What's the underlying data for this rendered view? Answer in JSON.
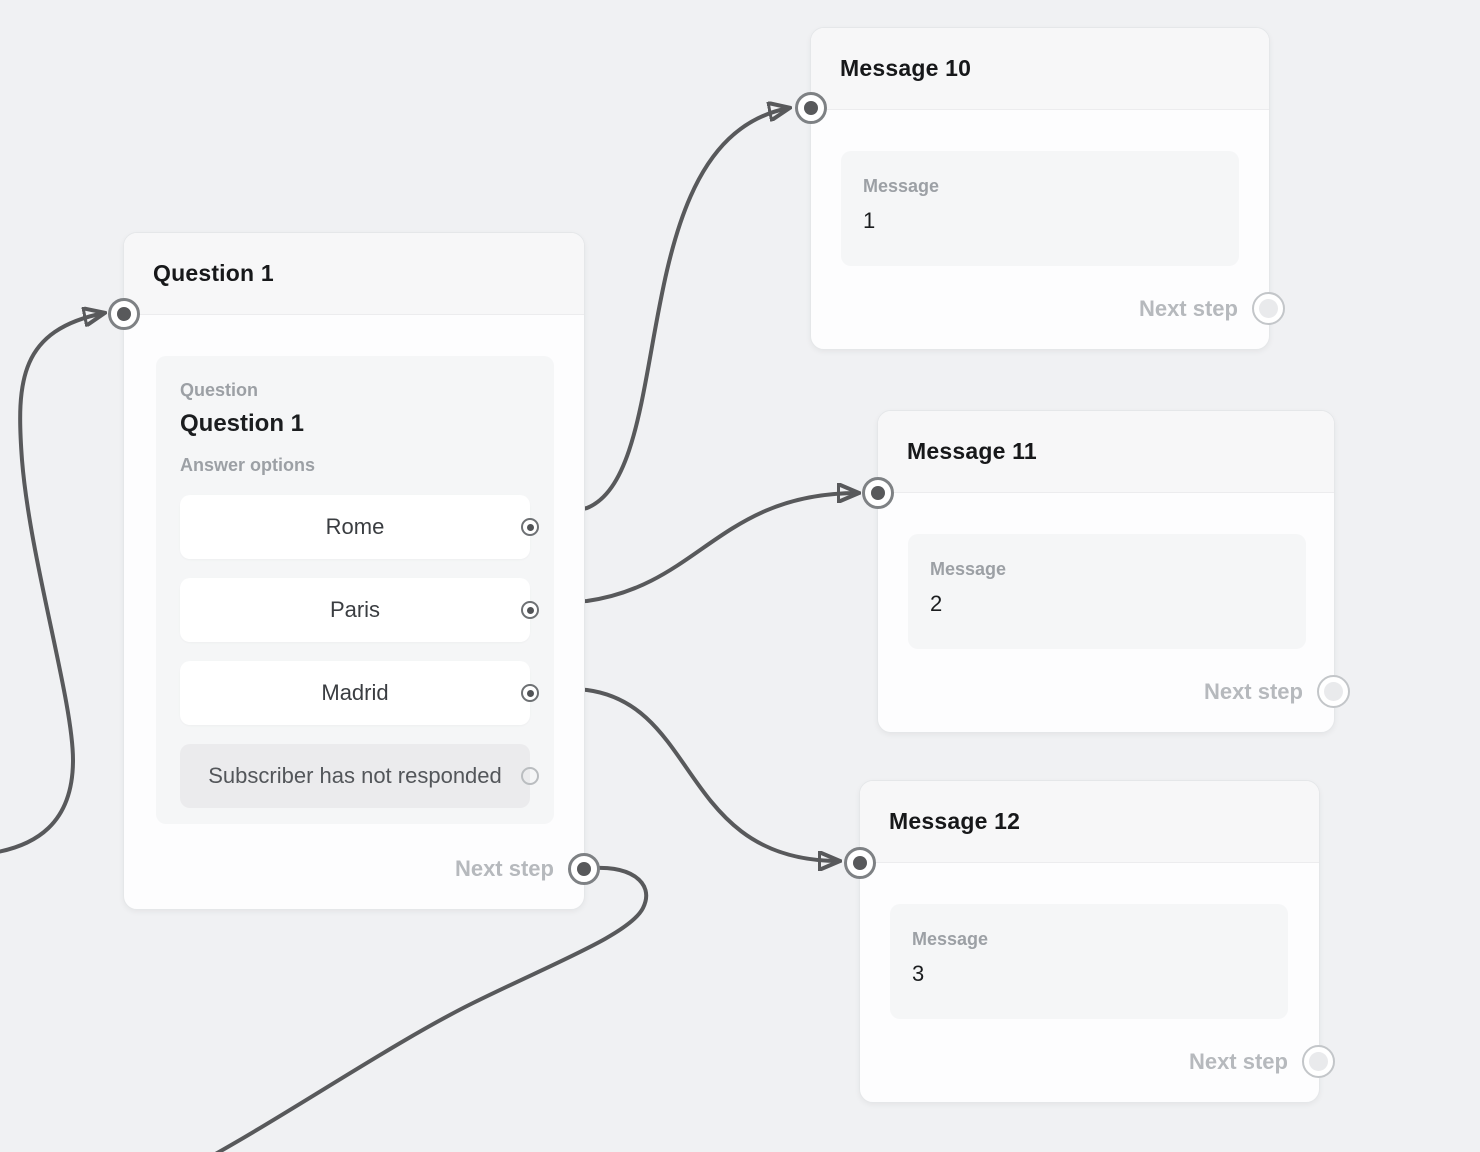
{
  "canvas": {
    "background_color": "#f0f1f3",
    "connector_color": "#58595b"
  },
  "nodes": {
    "question": {
      "title": "Question 1",
      "question_label": "Question",
      "question_value": "Question 1",
      "answer_options_label": "Answer options",
      "options": [
        "Rome",
        "Paris",
        "Madrid"
      ],
      "no_response_option": "Subscriber has not responded",
      "next_step_label": "Next step"
    },
    "messages": [
      {
        "title": "Message 10",
        "message_label": "Message",
        "message_value": "1",
        "next_step_label": "Next step"
      },
      {
        "title": "Message 11",
        "message_label": "Message",
        "message_value": "2",
        "next_step_label": "Next step"
      },
      {
        "title": "Message 12",
        "message_label": "Message",
        "message_value": "3",
        "next_step_label": "Next step"
      }
    ]
  },
  "edges": [
    {
      "from": "off-screen-left",
      "to": "Question 1 input"
    },
    {
      "from": "Question 1 option Rome",
      "to": "Message 10 input"
    },
    {
      "from": "Question 1 option Paris",
      "to": "Message 11 input"
    },
    {
      "from": "Question 1 option Madrid",
      "to": "Message 12 input"
    },
    {
      "from": "Question 1 next step",
      "to": "off-screen-bottom-left"
    }
  ]
}
